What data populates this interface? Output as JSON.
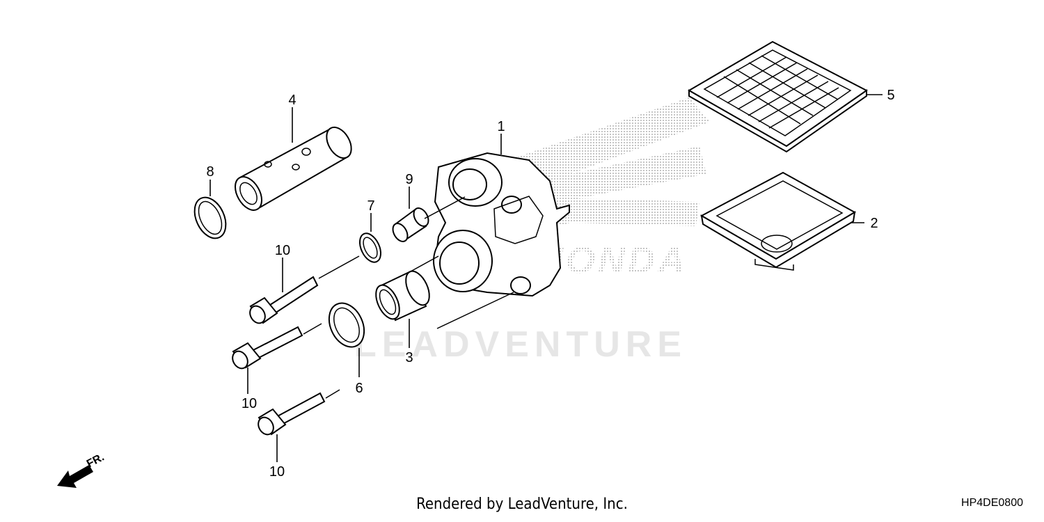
{
  "diagram": {
    "watermark": {
      "text": "LEADVENTURE"
    },
    "brand_logo": {
      "text": "HONDA"
    },
    "direction_label": "FR.",
    "callouts": {
      "c1": "1",
      "c2": "2",
      "c3": "3",
      "c4": "4",
      "c5": "5",
      "c6": "6",
      "c7": "7",
      "c8": "8",
      "c9": "9",
      "c10a": "10",
      "c10b": "10",
      "c10c": "10"
    }
  },
  "footer": {
    "rendered_by": "Rendered by LeadVenture, Inc.",
    "drawing_code": "HP4DE0800"
  },
  "colors": {
    "line": "#000000",
    "watermark": "#e6e6e6",
    "logo_dots": "#9a9a9a"
  }
}
